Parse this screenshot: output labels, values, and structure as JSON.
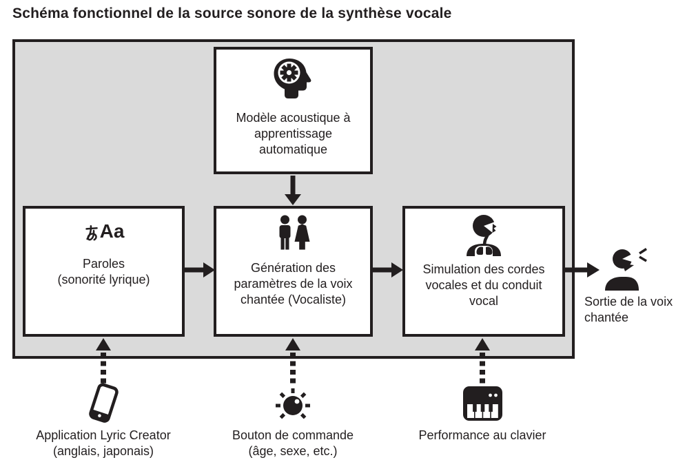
{
  "title": "Schéma fonctionnel de la source sonore de la synthèse vocale",
  "colors": {
    "ink": "#221e1f",
    "panel_background": "#dadada",
    "box_background": "#ffffff"
  },
  "diagram": {
    "model_box": {
      "icon": "machine-learning-head-gear-icon",
      "lines": [
        "Modèle acoustique à",
        "apprentissage",
        "automatique"
      ]
    },
    "lyrics_box": {
      "icon": "text-characters-glyph",
      "glyph_hiragana": "あ",
      "glyph_latin": "Aa",
      "lines": [
        "Paroles",
        "(sonorité lyrique)"
      ]
    },
    "generation_box": {
      "icon": "man-woman-icon",
      "lines": [
        "Génération des",
        "paramètres de la voix",
        "chantée (Vocaliste)"
      ]
    },
    "simulation_box": {
      "icon": "vocal-tract-icon",
      "lines": [
        "Simulation des cordes",
        "vocales et du conduit",
        "vocal"
      ]
    },
    "output": {
      "icon": "singing-person-icon",
      "lines": [
        "Sortie de la voix",
        "chantée"
      ]
    },
    "inputs": [
      {
        "icon": "smartphone-icon",
        "lines": [
          "Application Lyric Creator",
          "(anglais, japonais)"
        ]
      },
      {
        "icon": "control-knob-icon",
        "lines": [
          "Bouton de commande",
          "(âge, sexe, etc.)"
        ]
      },
      {
        "icon": "music-keyboard-icon",
        "lines": [
          "Performance au clavier"
        ]
      }
    ]
  }
}
